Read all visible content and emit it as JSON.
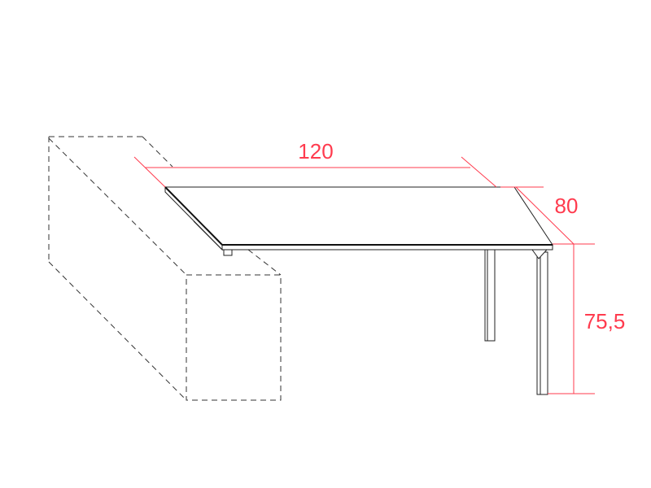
{
  "dimensions": {
    "width": "120",
    "depth": "80",
    "height": "75,5"
  },
  "colors": {
    "dimension": "#ff3b4e",
    "outline": "#222222"
  }
}
